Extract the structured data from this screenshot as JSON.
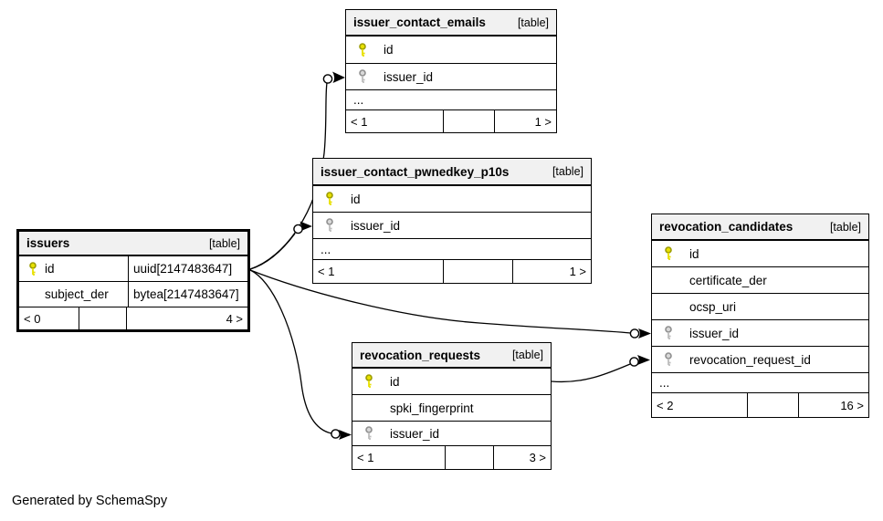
{
  "diagram": {
    "note": "Generated by SchemaSpy",
    "tag": "[table]",
    "colors": {
      "header_bg": "#f1f1f1",
      "border": "#000000",
      "primary_key": "#e8e000",
      "foreign_key": "#d4d4d4"
    }
  },
  "tables": [
    {
      "name": "issuer_contact_emails",
      "tag": "[table]",
      "columns": [
        {
          "name": "id",
          "key": "primary"
        },
        {
          "name": "issuer_id",
          "key": "foreign"
        },
        {
          "name": "..."
        }
      ],
      "footer": {
        "parents": "< 1",
        "middle": "",
        "children": "1 >"
      }
    },
    {
      "name": "issuer_contact_pwnedkey_p10s",
      "tag": "[table]",
      "columns": [
        {
          "name": "id",
          "key": "primary"
        },
        {
          "name": "issuer_id",
          "key": "foreign"
        },
        {
          "name": "..."
        }
      ],
      "footer": {
        "parents": "< 1",
        "middle": "",
        "children": "1 >"
      }
    },
    {
      "name": "issuers",
      "tag": "[table]",
      "columns": [
        {
          "name": "id",
          "type": "uuid[2147483647]",
          "key": "primary"
        },
        {
          "name": "subject_der",
          "type": "bytea[2147483647]"
        }
      ],
      "footer": {
        "parents": "< 0",
        "middle": "",
        "children": "4 >"
      }
    },
    {
      "name": "revocation_candidates",
      "tag": "[table]",
      "columns": [
        {
          "name": "id",
          "key": "primary"
        },
        {
          "name": "certificate_der"
        },
        {
          "name": "ocsp_uri"
        },
        {
          "name": "issuer_id",
          "key": "foreign"
        },
        {
          "name": "revocation_request_id",
          "key": "foreign"
        },
        {
          "name": "..."
        }
      ],
      "footer": {
        "parents": "< 2",
        "middle": "",
        "children": "16 >"
      }
    },
    {
      "name": "revocation_requests",
      "tag": "[table]",
      "columns": [
        {
          "name": "id",
          "key": "primary"
        },
        {
          "name": "spki_fingerprint"
        },
        {
          "name": "issuer_id",
          "key": "foreign"
        }
      ],
      "footer": {
        "parents": "< 1",
        "middle": "",
        "children": "3 >"
      }
    }
  ]
}
